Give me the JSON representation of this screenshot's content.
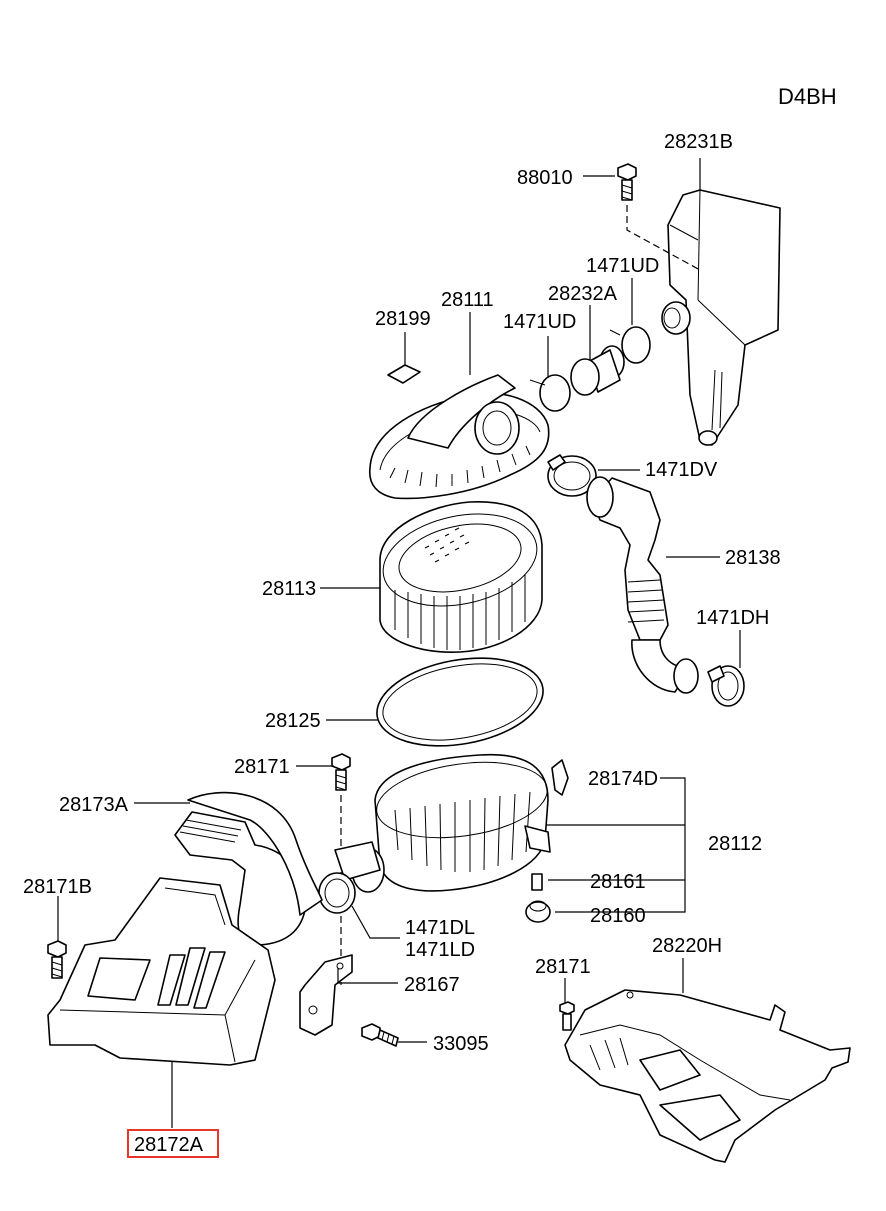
{
  "engine_code": "D4BH",
  "highlight_color": "#e8362b",
  "parts": [
    {
      "id": "p28231B",
      "number": "28231B"
    },
    {
      "id": "p88010",
      "number": "88010"
    },
    {
      "id": "p1471UD_a",
      "number": "1471UD"
    },
    {
      "id": "p28232A",
      "number": "28232A"
    },
    {
      "id": "p28111",
      "number": "28111"
    },
    {
      "id": "p1471UD_b",
      "number": "1471UD"
    },
    {
      "id": "p28199",
      "number": "28199"
    },
    {
      "id": "p1471DV",
      "number": "1471DV"
    },
    {
      "id": "p28138",
      "number": "28138"
    },
    {
      "id": "p28113",
      "number": "28113"
    },
    {
      "id": "p1471DH",
      "number": "1471DH"
    },
    {
      "id": "p28125",
      "number": "28125"
    },
    {
      "id": "p28171_a",
      "number": "28171"
    },
    {
      "id": "p28174D",
      "number": "28174D"
    },
    {
      "id": "p28173A",
      "number": "28173A"
    },
    {
      "id": "p28112",
      "number": "28112"
    },
    {
      "id": "p28161",
      "number": "28161"
    },
    {
      "id": "p28171B",
      "number": "28171B"
    },
    {
      "id": "p1471DL",
      "number": "1471DL"
    },
    {
      "id": "p1471LD",
      "number": "1471LD"
    },
    {
      "id": "p28160",
      "number": "28160"
    },
    {
      "id": "p28220H",
      "number": "28220H"
    },
    {
      "id": "p28167",
      "number": "28167"
    },
    {
      "id": "p28171_b",
      "number": "28171"
    },
    {
      "id": "p33095",
      "number": "33095"
    },
    {
      "id": "p28172A",
      "number": "28172A",
      "highlighted": true
    }
  ]
}
